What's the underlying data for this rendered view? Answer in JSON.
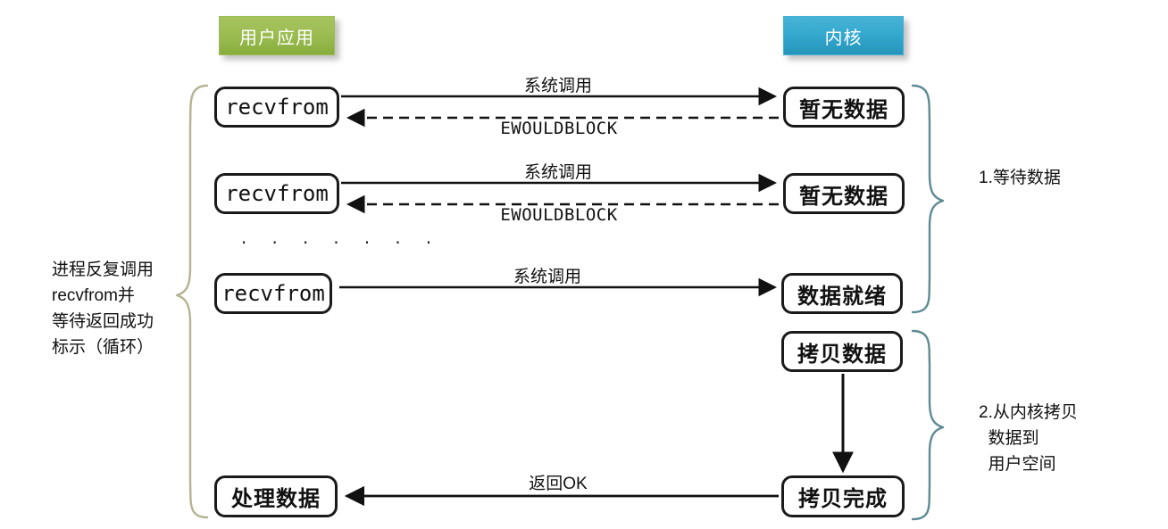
{
  "diagram": {
    "title_user": "用户应用",
    "title_kernel": "内核",
    "colors": {
      "user_pill": "#9dbd53",
      "kernel_pill": "#35a9cf",
      "left_brace": "#b5b392",
      "right_brace": "#5f8a95",
      "stroke": "#1a1a1a"
    },
    "left_note": "进程反复调用\nrecvfrom并\n等待返回成功\n标示（循环）",
    "right_notes": [
      "1.等待数据",
      "2.从内核拷贝\n  数据到\n  用户空间"
    ],
    "ellipsis": ". . . . . . .",
    "rows": [
      {
        "user_box": "recvfrom",
        "kernel_box": "暂无数据",
        "call_label": "系统调用",
        "return_label": "EWOULDBLOCK"
      },
      {
        "user_box": "recvfrom",
        "kernel_box": "暂无数据",
        "call_label": "系统调用",
        "return_label": "EWOULDBLOCK"
      },
      {
        "user_box": "recvfrom",
        "kernel_box": "数据就绪",
        "call_label": "系统调用",
        "return_label": ""
      }
    ],
    "copy_stage": {
      "copy_box": "拷贝数据",
      "done_box": "拷贝完成"
    },
    "final_row": {
      "user_box": "处理数据",
      "kernel_box": "拷贝完成",
      "return_label": "返回OK"
    }
  }
}
